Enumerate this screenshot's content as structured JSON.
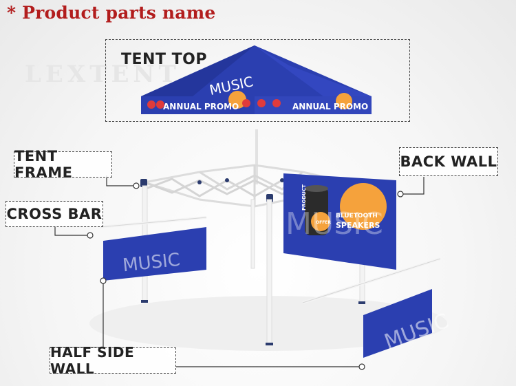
{
  "heading": "* Product parts name",
  "watermark": "LEXTENT",
  "callouts": {
    "tent_top": "TENT TOP",
    "tent_frame": "TENT FRAME",
    "back_wall": "BACK WALL",
    "cross_bar": "CROSS BAR",
    "half_side_wall": "HALF SIDE WALL"
  },
  "prints": {
    "annual_promo": "ANNUAL PROMO",
    "music": "MUSIC",
    "bluetooth_speakers_line1": "BLUETOOTH",
    "bluetooth_speakers_line2": "SPEAKERS",
    "offer": "OFFER",
    "product_side": "PRODUCT"
  },
  "colors": {
    "heading": "#b21d1d",
    "canvas_blue": "#2b3fb0",
    "accent_orange": "#f5a23c",
    "frame_white": "#f4f4f4",
    "callout_border": "#444444"
  }
}
